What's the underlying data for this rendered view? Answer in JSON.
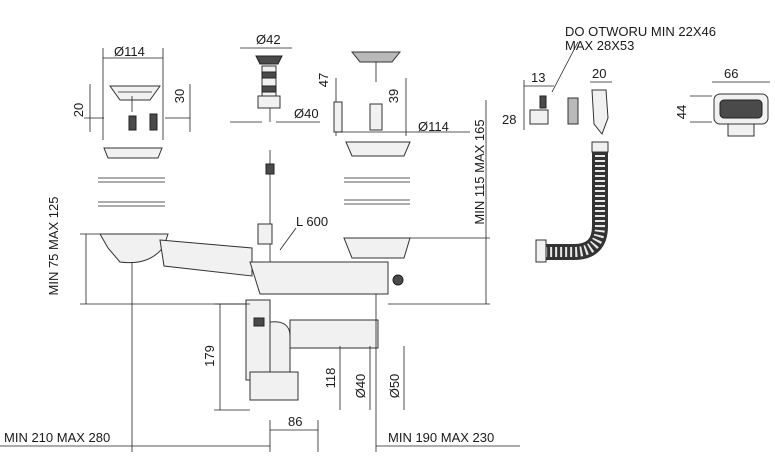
{
  "labels": {
    "d114_top": "Ø114",
    "d42": "Ø42",
    "v20_left": "20",
    "v30": "30",
    "d40_small": "Ø40",
    "v47": "47",
    "v39": "39",
    "d114_mid": "Ø114",
    "note_line1": "DO OTWORU MIN 22X46",
    "note_line2": "MAX 28X53",
    "h13": "13",
    "h20": "20",
    "h66": "66",
    "v28": "28",
    "v44": "44",
    "l600": "L 600",
    "min115": "MIN 115 MAX 165",
    "min75": "MIN 75 MAX 125",
    "v179": "179",
    "v118": "118",
    "d40_bottom": "Ø40",
    "d50": "Ø50",
    "h86": "86",
    "min210": "MIN 210 MAX 280",
    "min190": "MIN 190 MAX 230"
  },
  "colors": {
    "line": "#222222",
    "fill_light": "#f1f1f1",
    "fill_dark": "#4a4a4a"
  }
}
